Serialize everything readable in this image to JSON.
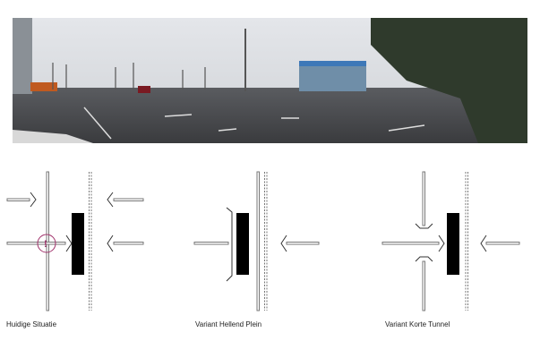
{
  "photo": {
    "subject": "panorama-intersection"
  },
  "diagrams": [
    {
      "label": "Huidige Situatie",
      "warning_mark": "!"
    },
    {
      "label": "Variant Hellend Plein"
    },
    {
      "label": "Variant Korte Tunnel"
    }
  ],
  "colors": {
    "warning": "#a0306a",
    "line": "#777777",
    "block": "#000000"
  }
}
